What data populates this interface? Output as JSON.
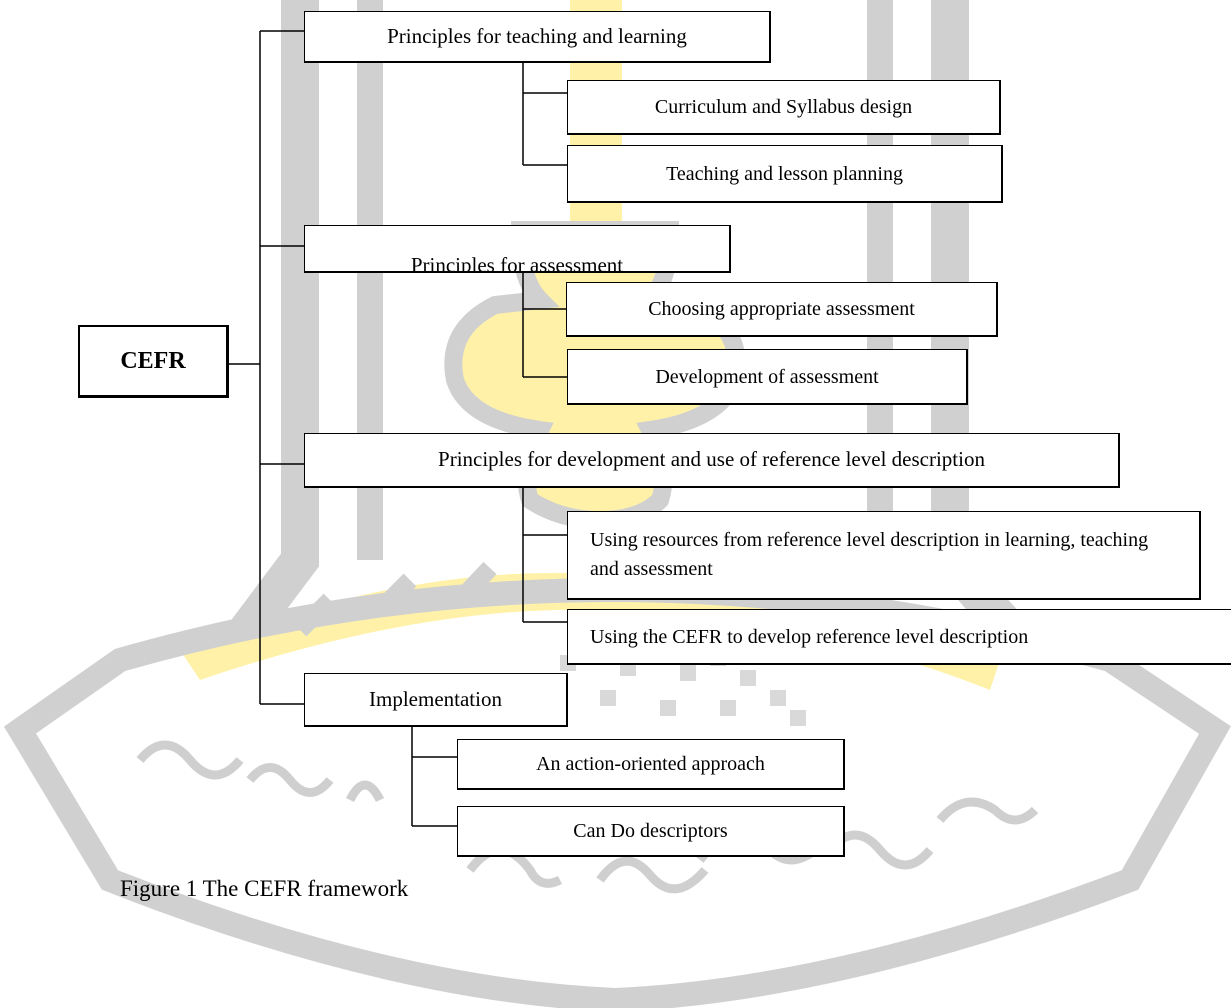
{
  "diagram": {
    "root": "CEFR",
    "principles_teaching": {
      "label": "Principles for teaching and learning",
      "children": [
        "Curriculum and Syllabus design",
        "Teaching and lesson planning"
      ]
    },
    "principles_assessment": {
      "label": "Principles for assessment",
      "children": [
        "Choosing appropriate assessment",
        "Development of assessment"
      ]
    },
    "principles_reference": {
      "label": "Principles for development and use of reference level description",
      "children": [
        "Using resources from reference level description in learning, teaching and assessment",
        "Using the CEFR to develop reference level description"
      ]
    },
    "implementation": {
      "label": "Implementation",
      "children": [
        "An action-oriented approach",
        "Can Do descriptors"
      ]
    }
  },
  "caption": "Figure 1 The CEFR framework",
  "colors": {
    "watermark_grey": "#d0d0d0",
    "watermark_yellow": "#fff2a8",
    "ink": "#000000"
  }
}
